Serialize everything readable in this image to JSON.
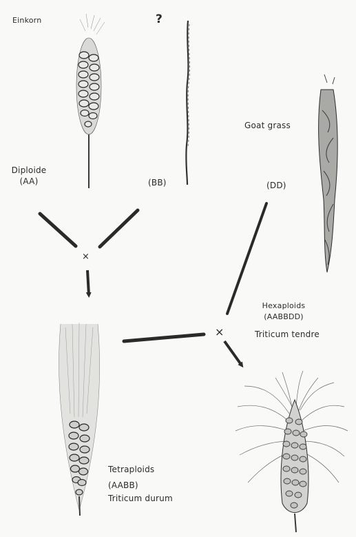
{
  "labels": {
    "einkorn": "Einkorn",
    "unknown": "?",
    "diploide": "Diploide",
    "diploide_genome": "(AA)",
    "unknown_genome": "(BB)",
    "goat_grass": "Goat grass",
    "goat_grass_genome": "(DD)",
    "cross_symbol_1": "×",
    "cross_symbol_2": "×",
    "hexaploid": "Hexaploids",
    "hexaploid_genome": "(AABBDD)",
    "hexaploid_species": "Triticum tendre",
    "tetraploid": "Tetraploids",
    "tetraploid_genome": "(AABB)",
    "tetraploid_species": "Triticum durum"
  },
  "colors": {
    "ink": "#2a2a2a",
    "paper": "#f9f9f7",
    "pencil": "#555555"
  }
}
